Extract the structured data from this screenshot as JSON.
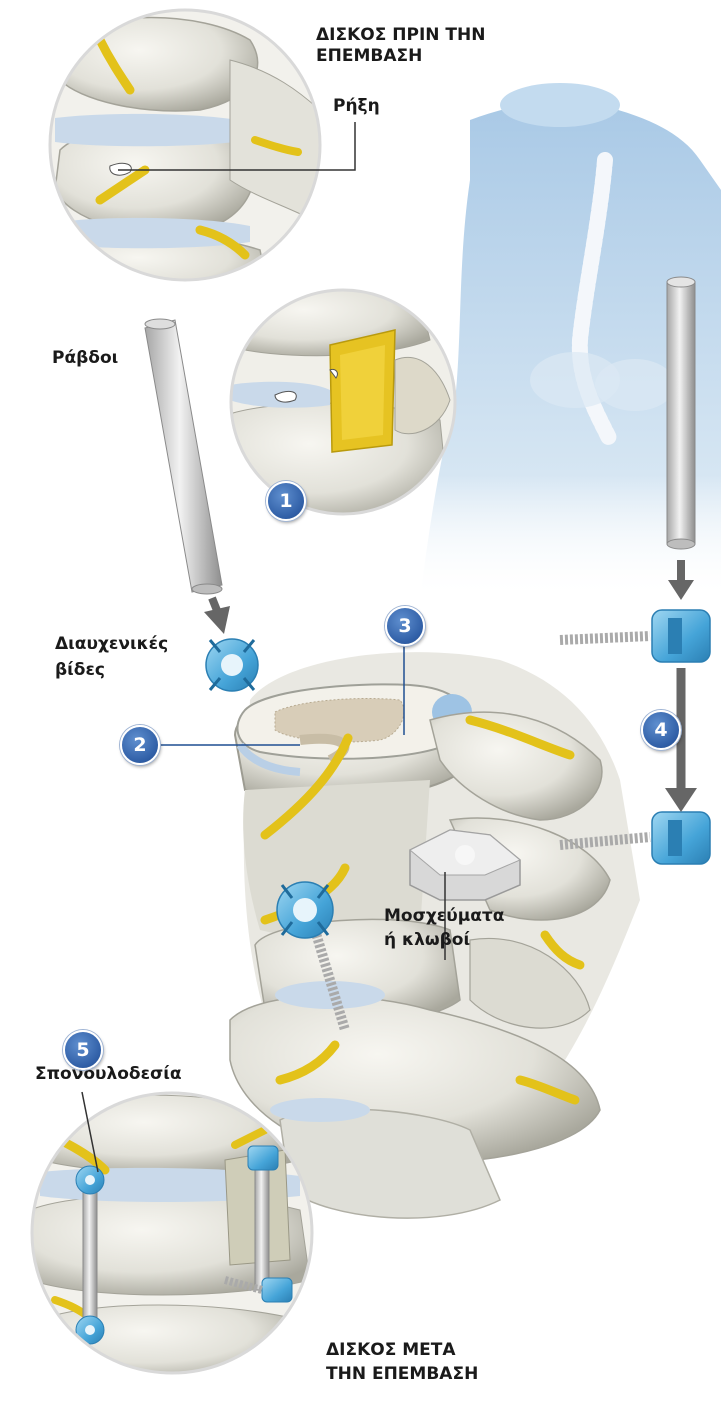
{
  "labels": {
    "before_title": [
      "ΔΙΣΚΟΣ ΠΡΙΝ ΤΗΝ",
      "ΕΠΕΜΒΑΣΗ"
    ],
    "rupture": "Ρήξη",
    "rods": "Ράβδοι",
    "pedicle_screws": [
      "Διαυχενικές",
      "βίδες"
    ],
    "grafts": [
      "Μοσχεύματα",
      "ή κλωβοί"
    ],
    "fusion": "Σπονδυλοδεσία",
    "after_title": [
      "ΔΙΣΚΟΣ ΜΕΤΑ",
      "ΤΗΝ ΕΠΕΜΒΑΣΗ"
    ]
  },
  "steps": [
    "1",
    "2",
    "3",
    "4",
    "5"
  ],
  "colors": {
    "badge": "#2f5ea6",
    "bone": "#e7e6df",
    "bone_shadow": "#b9b8ae",
    "nerve": "#e3c21a",
    "disc": "#c9d9ea",
    "hardware_blue": "#5ab2e0",
    "rod": "#cfcfcf",
    "body_silhouette": "#b7d4ec"
  }
}
